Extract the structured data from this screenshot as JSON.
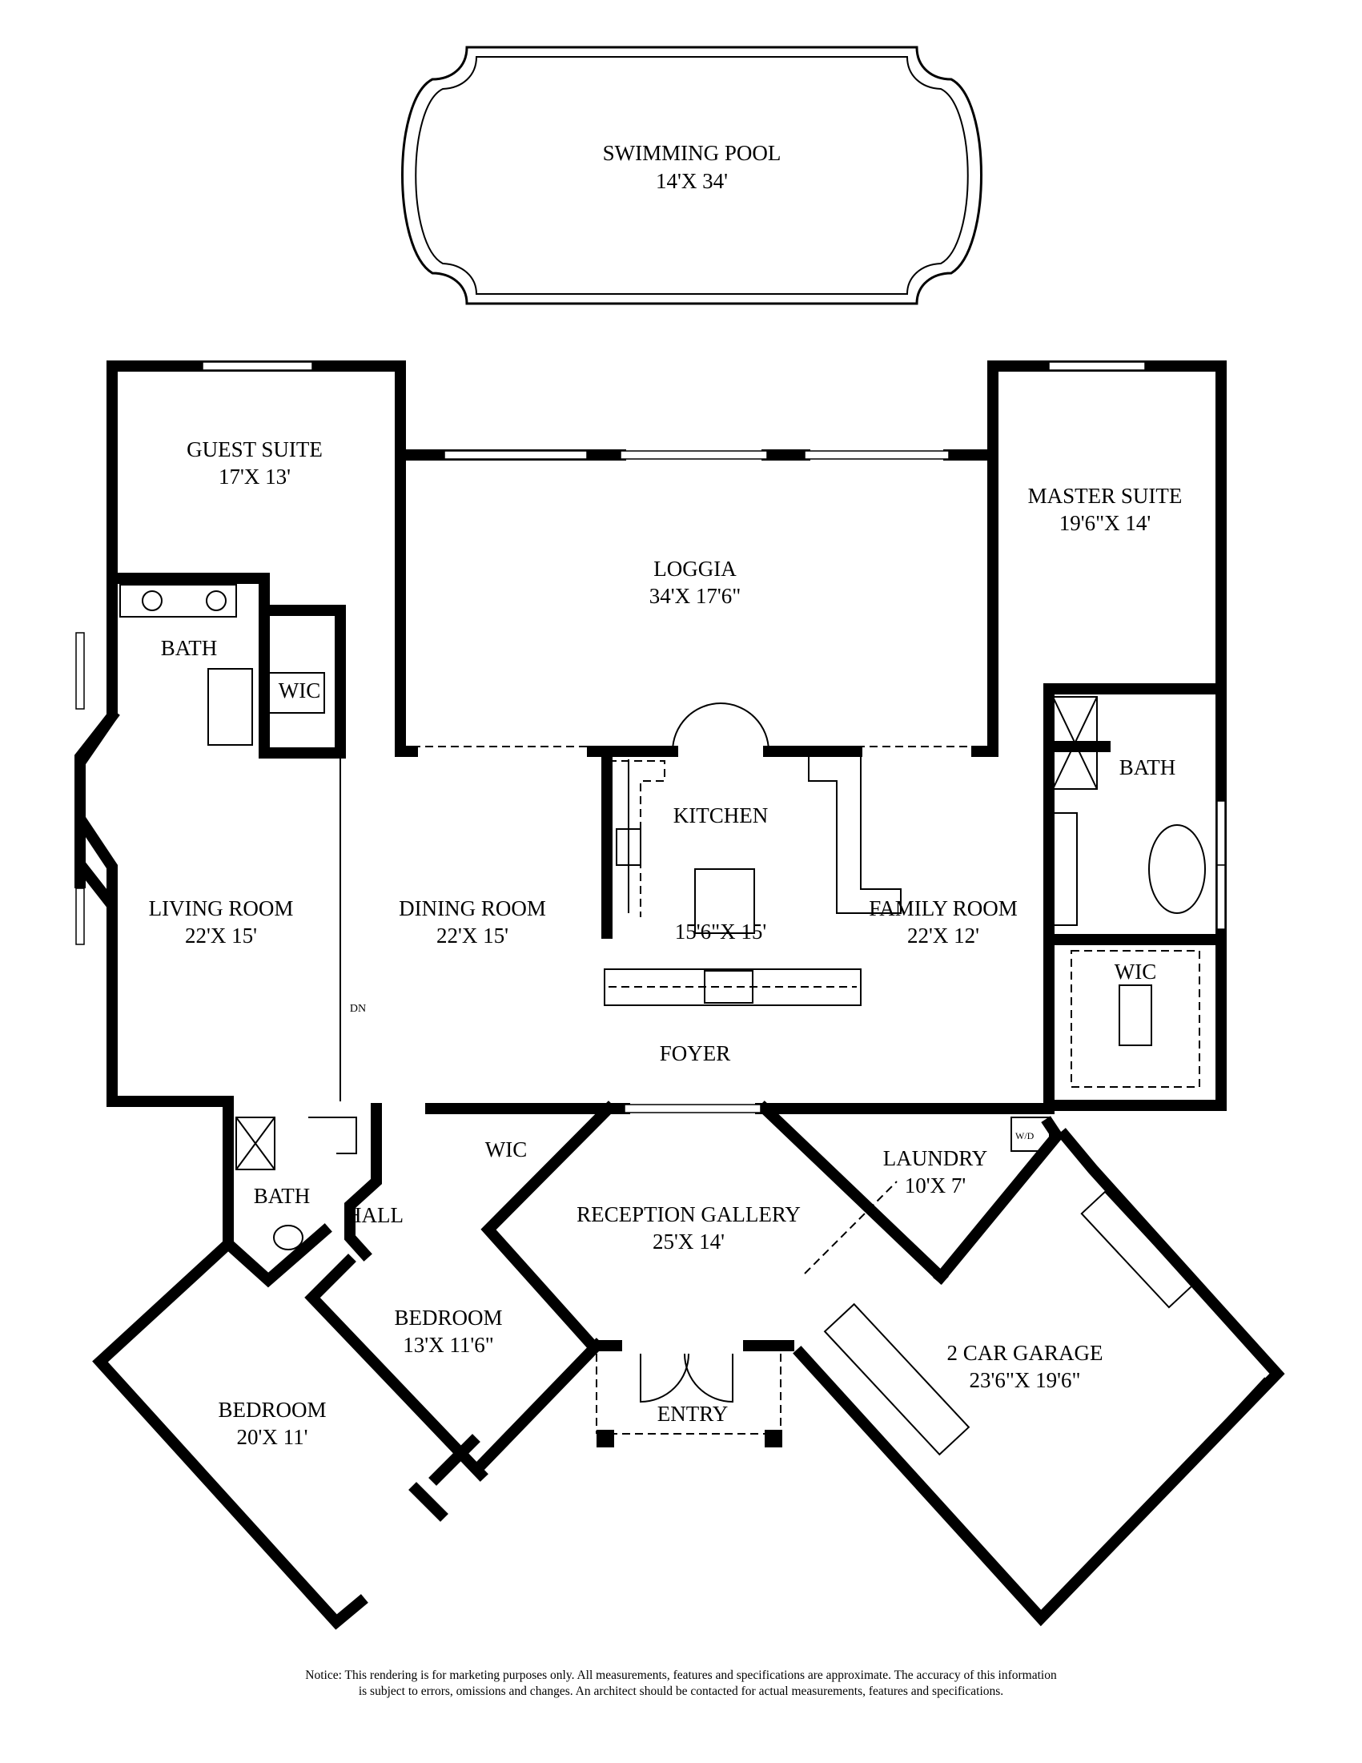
{
  "rooms": {
    "pool": {
      "name": "SWIMMING POOL",
      "dims": "14'X 34'"
    },
    "guest_suite": {
      "name": "GUEST SUITE",
      "dims": "17'X 13'"
    },
    "loggia": {
      "name": "LOGGIA",
      "dims": "34'X 17'6\""
    },
    "master_suite": {
      "name": "MASTER SUITE",
      "dims": "19'6\"X 14'"
    },
    "guest_bath": {
      "name": "BATH"
    },
    "guest_wic": {
      "name": "WIC"
    },
    "master_bath": {
      "name": "BATH"
    },
    "kitchen": {
      "name": "KITCHEN",
      "dims": "15'6\"X 15'"
    },
    "living_room": {
      "name": "LIVING ROOM",
      "dims": "22'X 15'"
    },
    "dining_room": {
      "name": "DINING ROOM",
      "dims": "22'X 15'"
    },
    "family_room": {
      "name": "FAMILY ROOM",
      "dims": "22'X 12'"
    },
    "master_wic": {
      "name": "WIC"
    },
    "foyer": {
      "name": "FOYER"
    },
    "stair": {
      "name": "DN"
    },
    "hall_bath": {
      "name": "BATH"
    },
    "hall": {
      "name": "HALL"
    },
    "gallery_wic": {
      "name": "WIC"
    },
    "laundry": {
      "name": "LAUNDRY",
      "dims": "10'X 7'"
    },
    "washer_dryer": {
      "name": "W/D"
    },
    "reception_gallery": {
      "name": "RECEPTION GALLERY",
      "dims": "25'X 14'"
    },
    "bedroom_small": {
      "name": "BEDROOM",
      "dims": "13'X 11'6\""
    },
    "bedroom_large": {
      "name": "BEDROOM",
      "dims": "20'X 11'"
    },
    "garage": {
      "name": "2 CAR GARAGE",
      "dims": "23'6\"X 19'6\""
    },
    "entry": {
      "name": "ENTRY"
    }
  },
  "notice": {
    "line1": "Notice: This rendering is for marketing purposes only. All measurements, features and specifications are approximate. The accuracy of this information",
    "line2": "is subject to errors, omissions and changes. An architect should be contacted for actual measurements, features and specifications."
  }
}
